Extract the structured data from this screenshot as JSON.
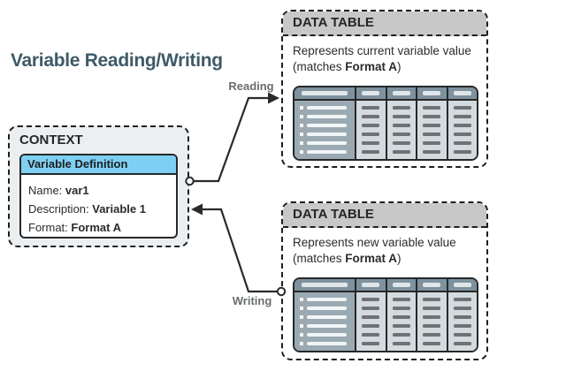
{
  "title": "Variable Reading/Writing",
  "context": {
    "label": "CONTEXT",
    "definition": {
      "header": "Variable Definition",
      "fields": [
        {
          "label": "Name: ",
          "value": "var1"
        },
        {
          "label": "Description: ",
          "value": "Variable 1"
        },
        {
          "label": "Format: ",
          "value": "Format A"
        }
      ]
    }
  },
  "tables": {
    "reading": {
      "header": "DATA TABLE",
      "line1": "Represents current variable value",
      "line2_prefix": "(matches ",
      "line2_bold": "Format A",
      "line2_suffix": ")"
    },
    "writing": {
      "header": "DATA TABLE",
      "line1": "Represents new variable value",
      "line2_prefix": "(matches ",
      "line2_bold": "Format A",
      "line2_suffix": ")"
    }
  },
  "arrows": {
    "reading_label": "Reading",
    "writing_label": "Writing"
  },
  "table_graphic": {
    "rows": 6,
    "data_columns": 4
  },
  "colors": {
    "title": "#3e5a68",
    "context_fill": "#eceff2",
    "definition_header_fill": "#7ed0f2",
    "data_table_header_fill": "#c8c8c8",
    "table_header_bg": "#7e929e",
    "table_first_col_bg": "#9aa9b2",
    "table_cell_bg": "#d4dbde",
    "table_dark_bar": "#6d7275",
    "table_light_bar": "#f2f5f6",
    "line": "#2a2a2a",
    "arrow_label": "#6a6d70"
  }
}
